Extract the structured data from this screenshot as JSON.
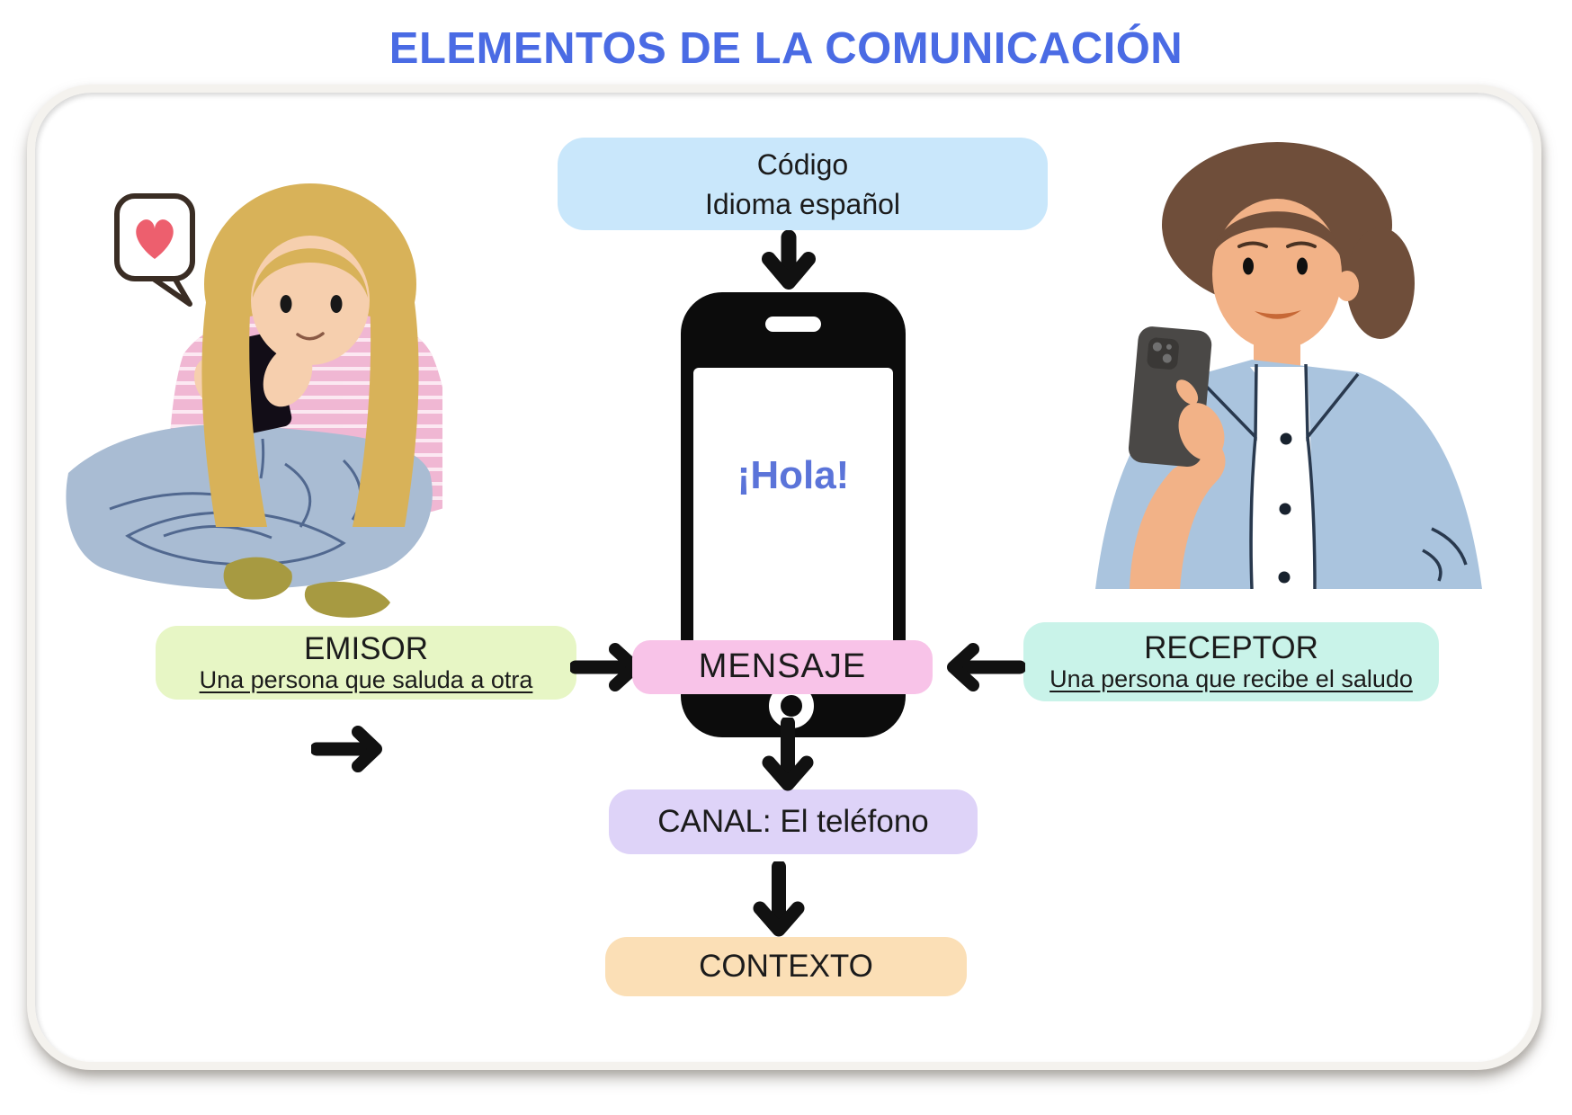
{
  "page": {
    "title": "ELEMENTOS DE LA COMUNICACIÓN"
  },
  "colors": {
    "title": "#4a6be4",
    "phone_message_text": "#5b74d9",
    "arrow": "#111111",
    "heart": "#ed5f6e",
    "codigo_bg": "#c9e7fb",
    "emisor_bg": "#e7f6c5",
    "mensaje_bg": "#f8c3e8",
    "receptor_bg": "#c9f3e9",
    "canal_bg": "#ded3f8",
    "contexto_bg": "#fbdfb6"
  },
  "diagram": {
    "codigo": {
      "line1": "Código",
      "line2": "Idioma español"
    },
    "phone": {
      "message": "¡Hola!"
    },
    "emisor": {
      "label": "EMISOR",
      "description": "Una persona que saluda a otra"
    },
    "mensaje": {
      "label": "MENSAJE"
    },
    "receptor": {
      "label": "RECEPTOR",
      "description": "Una persona que recibe el saludo"
    },
    "canal": {
      "label": "CANAL: El teléfono"
    },
    "contexto": {
      "label": "CONTEXTO"
    }
  }
}
